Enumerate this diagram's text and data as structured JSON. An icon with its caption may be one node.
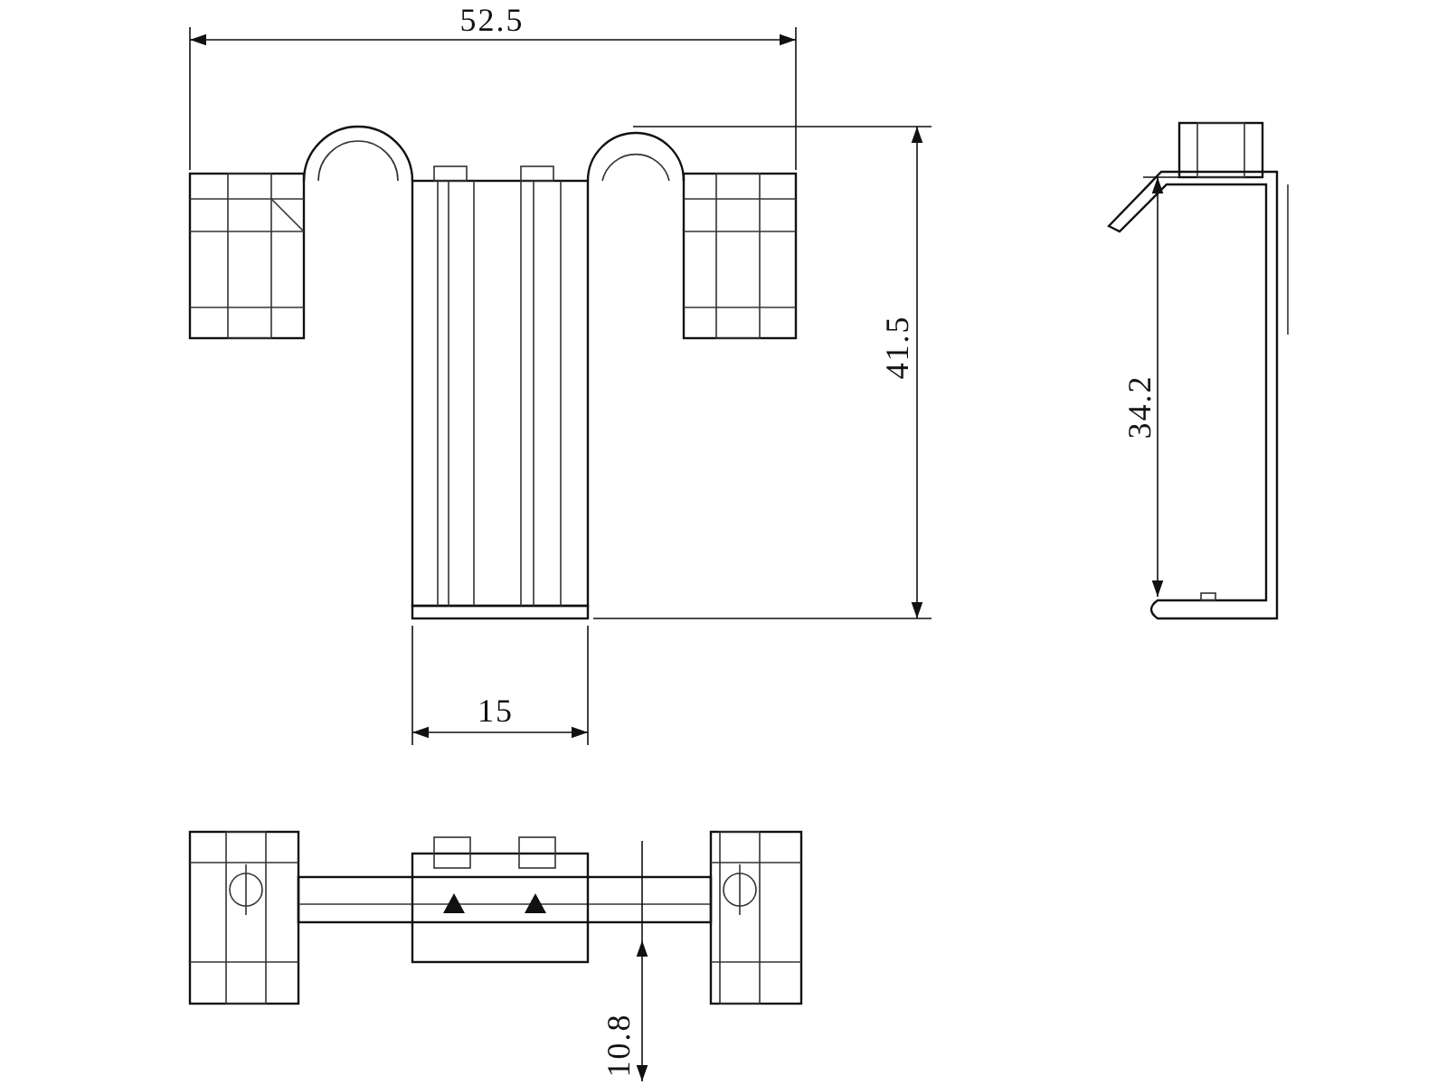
{
  "diagram": {
    "labels": [
      "52.5",
      "41.5",
      "34.2",
      "15",
      "10.8"
    ]
  }
}
